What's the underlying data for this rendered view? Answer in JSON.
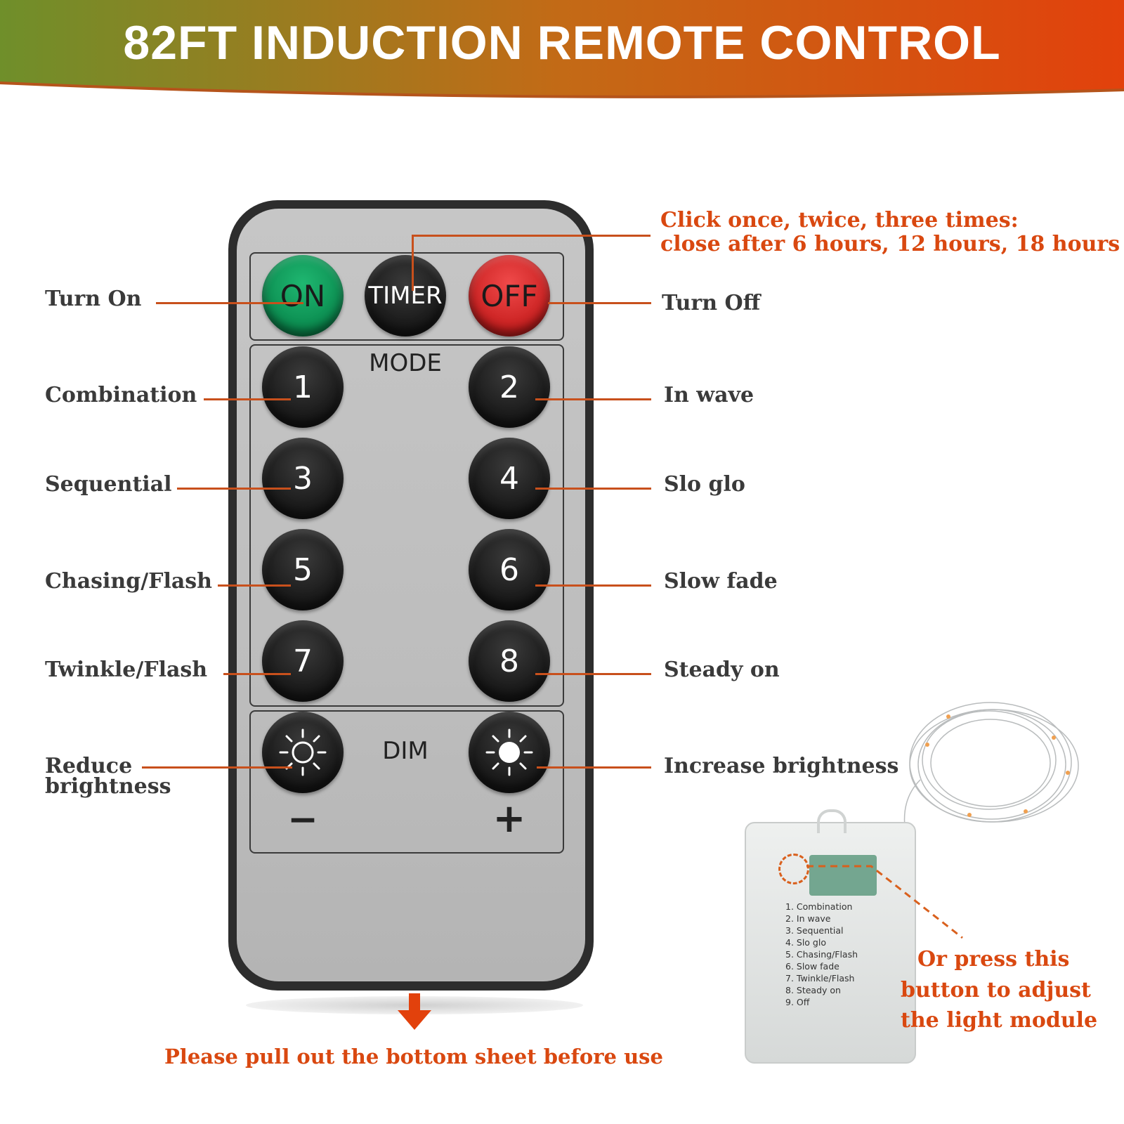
{
  "banner": {
    "title": "82FT INDUCTION REMOTE CONTROL"
  },
  "remote": {
    "top_buttons": {
      "on": "ON",
      "timer": "TIMER",
      "off": "OFF"
    },
    "mode_label": "MODE",
    "mode_buttons": [
      "1",
      "2",
      "3",
      "4",
      "5",
      "6",
      "7",
      "8"
    ],
    "dim_label": "DIM",
    "minus": "−",
    "plus": "+"
  },
  "callouts": {
    "turn_on": "Turn On",
    "turn_off": "Turn Off",
    "timer_line1": "Click once, twice, three times:",
    "timer_line2": "close after 6 hours, 12 hours, 18 hours",
    "modes": {
      "m1": "Combination",
      "m2": "In wave",
      "m3": "Sequential",
      "m4": "Slo glo",
      "m5": "Chasing/Flash",
      "m6": "Slow fade",
      "m7": "Twinkle/Flash",
      "m8": "Steady on"
    },
    "reduce_line1": "Reduce",
    "reduce_line2": "brightness",
    "increase": "Increase brightness",
    "pull_sheet": "Please pull out the bottom sheet before use",
    "module_line1": "Or press this",
    "module_line2": "button to adjust",
    "module_line3": "the light module"
  },
  "battery_box_list": [
    "1. Combination",
    "2. In wave",
    "3. Sequential",
    "4. Slo glo",
    "5. Chasing/Flash",
    "6. Slow fade",
    "7. Twinkle/Flash",
    "8. Steady on",
    "9. Off"
  ],
  "colors": {
    "accent": "#d94810",
    "on_button": "#0a8a4e",
    "off_button": "#c71e1e",
    "banner_left": "#6f8f2a",
    "banner_right": "#e2410c"
  }
}
